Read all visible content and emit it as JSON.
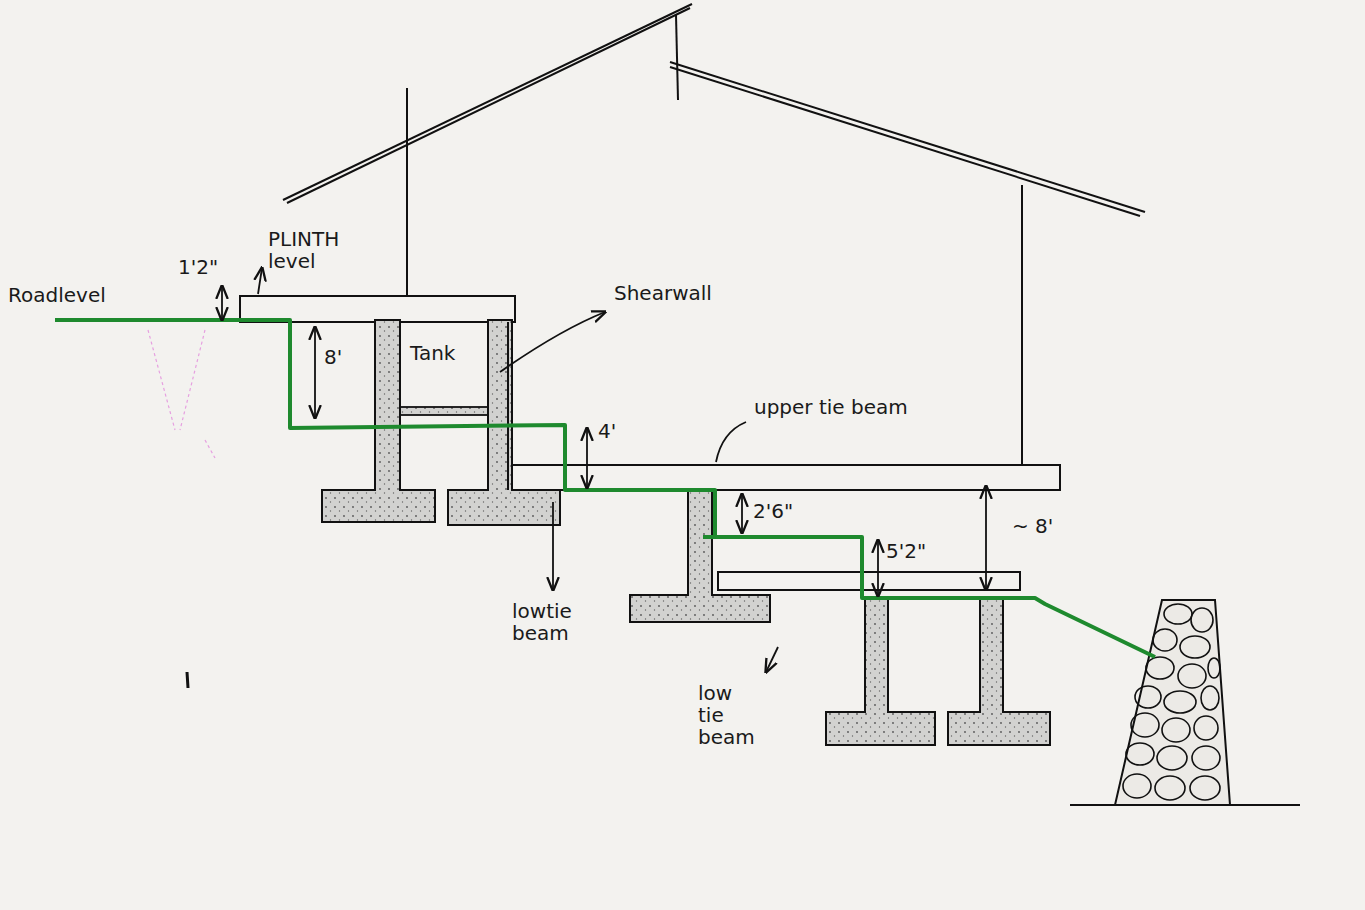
{
  "diagram": {
    "labels": [
      "Roadlevel",
      "1'2\"",
      "PLINTH level",
      "8'",
      "Tank",
      "Shearwall",
      "4'",
      "upper tie beam",
      "2'6\"",
      "5'2\"",
      "~ 8'",
      "lowtie beam",
      "low tie beam"
    ]
  }
}
